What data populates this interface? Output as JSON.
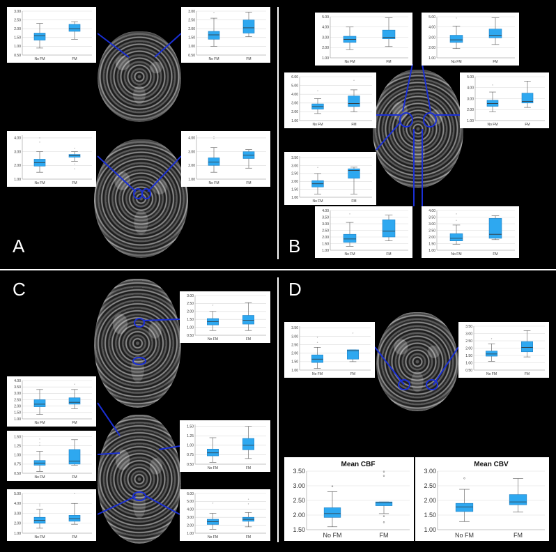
{
  "panels": {
    "A": {
      "label": "A"
    },
    "B": {
      "label": "B"
    },
    "C": {
      "label": "C"
    },
    "D": {
      "label": "D"
    }
  },
  "colors": {
    "box_fill": "#2ea8f0",
    "box_stroke": "#1b7fc4",
    "roi_line": "#1a2fd6",
    "grid": "#d9d9d9",
    "background": "#000000"
  },
  "chart_data": [
    {
      "id": "a1",
      "type": "box",
      "categories": [
        "No FM",
        "FM"
      ],
      "yticks": [
        "0.50",
        "1.00",
        "1.50",
        "2.00",
        "2.50",
        "3.00"
      ],
      "ylim": [
        0.5,
        3.0
      ],
      "boxes": [
        {
          "min": 0.9,
          "q1": 1.35,
          "median": 1.6,
          "q3": 1.75,
          "max": 2.3
        },
        {
          "min": 1.4,
          "q1": 1.85,
          "median": 2.0,
          "q3": 2.25,
          "max": 2.4
        }
      ]
    },
    {
      "id": "a2",
      "type": "box",
      "categories": [
        "No FM",
        "FM"
      ],
      "yticks": [
        "0.50",
        "1.00",
        "1.50",
        "2.00",
        "2.50",
        "3.00"
      ],
      "ylim": [
        0.5,
        3.0
      ],
      "boxes": [
        {
          "min": 1.0,
          "q1": 1.4,
          "median": 1.65,
          "q3": 1.85,
          "max": 2.6,
          "outliers": [
            2.9
          ]
        },
        {
          "min": 1.55,
          "q1": 1.75,
          "median": 2.05,
          "q3": 2.5,
          "max": 2.95
        }
      ]
    },
    {
      "id": "a3",
      "type": "box",
      "categories": [
        "No FM",
        "FM"
      ],
      "yticks": [
        "1.00",
        "2.00",
        "3.00",
        "4.00"
      ],
      "ylim": [
        1.0,
        4.2
      ],
      "boxes": [
        {
          "min": 1.5,
          "q1": 1.95,
          "median": 2.2,
          "q3": 2.45,
          "max": 3.0,
          "outliers": [
            3.65,
            3.95
          ]
        },
        {
          "min": 2.3,
          "q1": 2.6,
          "median": 2.7,
          "q3": 2.8,
          "max": 3.0,
          "outliers": [
            3.2,
            2.05,
            1.7
          ]
        }
      ]
    },
    {
      "id": "a4",
      "type": "box",
      "categories": [
        "No FM",
        "FM"
      ],
      "yticks": [
        "1.00",
        "2.00",
        "3.00",
        "4.00"
      ],
      "ylim": [
        1.0,
        4.2
      ],
      "boxes": [
        {
          "min": 1.5,
          "q1": 2.0,
          "median": 2.25,
          "q3": 2.55,
          "max": 3.3,
          "outliers": [
            3.9,
            4.05
          ]
        },
        {
          "min": 1.8,
          "q1": 2.5,
          "median": 2.75,
          "q3": 3.0,
          "max": 3.15
        }
      ]
    },
    {
      "id": "b1",
      "type": "box",
      "categories": [
        "No FM",
        "FM"
      ],
      "yticks": [
        "1.00",
        "2.00",
        "3.00",
        "4.00",
        "5.00"
      ],
      "ylim": [
        1.0,
        5.0
      ],
      "boxes": [
        {
          "min": 1.8,
          "q1": 2.5,
          "median": 2.8,
          "q3": 3.1,
          "max": 4.0
        },
        {
          "min": 2.1,
          "q1": 2.85,
          "median": 3.0,
          "q3": 3.7,
          "max": 4.9
        }
      ]
    },
    {
      "id": "b2",
      "type": "box",
      "categories": [
        "No FM",
        "FM"
      ],
      "yticks": [
        "1.00",
        "2.00",
        "3.00",
        "4.00",
        "5.00"
      ],
      "ylim": [
        1.0,
        5.0
      ],
      "boxes": [
        {
          "min": 1.9,
          "q1": 2.5,
          "median": 2.75,
          "q3": 3.2,
          "max": 4.1,
          "outliers": [
            4.8
          ]
        },
        {
          "min": 2.3,
          "q1": 2.95,
          "median": 3.2,
          "q3": 3.8,
          "max": 4.9
        }
      ]
    },
    {
      "id": "b3",
      "type": "box",
      "categories": [
        "No FM",
        "FM"
      ],
      "yticks": [
        "1.00",
        "2.00",
        "3.00",
        "4.00",
        "5.00",
        "6.00"
      ],
      "ylim": [
        1.0,
        6.0
      ],
      "boxes": [
        {
          "min": 1.8,
          "q1": 2.3,
          "median": 2.6,
          "q3": 2.9,
          "max": 3.5,
          "outliers": [
            4.3
          ]
        },
        {
          "min": 2.0,
          "q1": 2.6,
          "median": 2.95,
          "q3": 3.8,
          "max": 4.5,
          "outliers": [
            5.5
          ]
        }
      ]
    },
    {
      "id": "b4",
      "type": "box",
      "categories": [
        "No FM",
        "FM"
      ],
      "yticks": [
        "1.00",
        "2.00",
        "3.00",
        "4.00",
        "5.00"
      ],
      "ylim": [
        1.0,
        5.0
      ],
      "boxes": [
        {
          "min": 1.8,
          "q1": 2.3,
          "median": 2.55,
          "q3": 2.85,
          "max": 3.6,
          "outliers": [
            4.2
          ]
        },
        {
          "min": 2.2,
          "q1": 2.6,
          "median": 2.75,
          "q3": 3.5,
          "max": 4.6
        }
      ]
    },
    {
      "id": "b5",
      "type": "box",
      "categories": [
        "No FM",
        "FM"
      ],
      "yticks": [
        "1.00",
        "1.50",
        "2.00",
        "2.50",
        "3.00",
        "3.50"
      ],
      "ylim": [
        1.0,
        3.6
      ],
      "boxes": [
        {
          "min": 1.2,
          "q1": 1.65,
          "median": 1.85,
          "q3": 2.05,
          "max": 2.5,
          "outliers": [
            2.85
          ]
        },
        {
          "min": 1.2,
          "q1": 2.2,
          "median": 2.7,
          "q3": 2.8,
          "max": 2.9
        }
      ]
    },
    {
      "id": "b6",
      "type": "box",
      "categories": [
        "No FM",
        "FM"
      ],
      "yticks": [
        "1.00",
        "1.50",
        "2.00",
        "2.50",
        "3.00",
        "3.50",
        "4.00"
      ],
      "ylim": [
        1.0,
        4.0
      ],
      "boxes": [
        {
          "min": 1.3,
          "q1": 1.6,
          "median": 1.85,
          "q3": 2.2,
          "max": 3.1,
          "outliers": [
            3.7
          ]
        },
        {
          "min": 1.7,
          "q1": 2.0,
          "median": 2.45,
          "q3": 3.3,
          "max": 3.65
        }
      ]
    },
    {
      "id": "b7",
      "type": "box",
      "categories": [
        "No FM",
        "FM"
      ],
      "yticks": [
        "1.00",
        "1.50",
        "2.00",
        "2.50",
        "3.00",
        "3.50",
        "4.00"
      ],
      "ylim": [
        1.0,
        4.0
      ],
      "boxes": [
        {
          "min": 1.45,
          "q1": 1.7,
          "median": 1.9,
          "q3": 2.25,
          "max": 2.9,
          "outliers": [
            3.2,
            3.7
          ]
        },
        {
          "min": 1.8,
          "q1": 1.9,
          "median": 2.2,
          "q3": 3.4,
          "max": 3.6
        }
      ]
    },
    {
      "id": "c1",
      "type": "box",
      "categories": [
        "No FM",
        "FM"
      ],
      "yticks": [
        "0.50",
        "1.00",
        "1.50",
        "2.00",
        "2.50",
        "3.00"
      ],
      "ylim": [
        0.5,
        3.0
      ],
      "boxes": [
        {
          "min": 0.8,
          "q1": 1.15,
          "median": 1.35,
          "q3": 1.55,
          "max": 2.0,
          "outliers": [
            2.35
          ]
        },
        {
          "min": 0.8,
          "q1": 1.2,
          "median": 1.45,
          "q3": 1.75,
          "max": 2.55
        }
      ]
    },
    {
      "id": "c2",
      "type": "box",
      "categories": [
        "No FM",
        "FM"
      ],
      "yticks": [
        "1.00",
        "1.50",
        "2.00",
        "2.50",
        "3.00",
        "3.50",
        "4.00"
      ],
      "ylim": [
        1.0,
        4.0
      ],
      "boxes": [
        {
          "min": 1.35,
          "q1": 1.95,
          "median": 2.15,
          "q3": 2.5,
          "max": 3.3
        },
        {
          "min": 1.8,
          "q1": 2.15,
          "median": 2.3,
          "q3": 2.65,
          "max": 3.3,
          "outliers": [
            3.65
          ]
        }
      ]
    },
    {
      "id": "c3",
      "type": "box",
      "categories": [
        "No FM",
        "FM"
      ],
      "yticks": [
        "0.50",
        "0.75",
        "1.00",
        "1.25",
        "1.50"
      ],
      "ylim": [
        0.5,
        1.55
      ],
      "boxes": [
        {
          "min": 0.55,
          "q1": 0.72,
          "median": 0.78,
          "q3": 0.85,
          "max": 1.1,
          "outliers": [
            1.25,
            1.32,
            1.42
          ]
        },
        {
          "min": 0.72,
          "q1": 0.75,
          "median": 0.83,
          "q3": 1.15,
          "max": 1.42
        }
      ]
    },
    {
      "id": "c4",
      "type": "box",
      "categories": [
        "No FM",
        "FM"
      ],
      "yticks": [
        "0.50",
        "0.75",
        "1.00",
        "1.25",
        "1.50"
      ],
      "ylim": [
        0.5,
        1.55
      ],
      "boxes": [
        {
          "min": 0.55,
          "q1": 0.72,
          "median": 0.8,
          "q3": 0.9,
          "max": 1.2
        },
        {
          "min": 0.65,
          "q1": 0.88,
          "median": 1.0,
          "q3": 1.18,
          "max": 1.5
        }
      ]
    },
    {
      "id": "c5",
      "type": "box",
      "categories": [
        "No FM",
        "FM"
      ],
      "yticks": [
        "1.00",
        "2.00",
        "3.00",
        "4.00",
        "5.00"
      ],
      "ylim": [
        1.0,
        5.0
      ],
      "boxes": [
        {
          "min": 1.5,
          "q1": 2.0,
          "median": 2.3,
          "q3": 2.6,
          "max": 3.4,
          "outliers": [
            3.7,
            3.85
          ]
        },
        {
          "min": 1.9,
          "q1": 2.2,
          "median": 2.45,
          "q3": 2.8,
          "max": 4.0,
          "outliers": [
            4.9
          ]
        }
      ]
    },
    {
      "id": "c6",
      "type": "box",
      "categories": [
        "No FM",
        "FM"
      ],
      "yticks": [
        "1.00",
        "2.00",
        "3.00",
        "4.00",
        "5.00",
        "6.00"
      ],
      "ylim": [
        1.0,
        6.0
      ],
      "boxes": [
        {
          "min": 1.5,
          "q1": 2.1,
          "median": 2.45,
          "q3": 2.75,
          "max": 3.5,
          "outliers": [
            4.7
          ]
        },
        {
          "min": 1.8,
          "q1": 2.5,
          "median": 2.75,
          "q3": 3.0,
          "max": 3.6,
          "outliers": [
            4.6,
            5.2
          ]
        }
      ]
    },
    {
      "id": "d1",
      "type": "box",
      "categories": [
        "No FM",
        "FM"
      ],
      "yticks": [
        "1.00",
        "1.50",
        "2.00",
        "2.50",
        "3.00",
        "3.50"
      ],
      "ylim": [
        1.0,
        3.6
      ],
      "boxes": [
        {
          "min": 1.1,
          "q1": 1.45,
          "median": 1.65,
          "q3": 1.9,
          "max": 2.35,
          "outliers": [
            2.6,
            2.9
          ]
        },
        {
          "min": 1.5,
          "q1": 1.65,
          "median": 2.15,
          "q3": 2.2,
          "max": 2.2,
          "outliers": [
            3.15
          ]
        }
      ]
    },
    {
      "id": "d2",
      "type": "box",
      "categories": [
        "No FM",
        "FM"
      ],
      "yticks": [
        "0.50",
        "1.00",
        "1.50",
        "2.00",
        "2.50",
        "3.00",
        "3.50"
      ],
      "ylim": [
        0.5,
        3.5
      ],
      "boxes": [
        {
          "min": 1.1,
          "q1": 1.45,
          "median": 1.6,
          "q3": 1.8,
          "max": 2.3,
          "outliers": [
            2.6
          ]
        },
        {
          "min": 1.4,
          "q1": 1.75,
          "median": 2.05,
          "q3": 2.45,
          "max": 3.2
        }
      ]
    },
    {
      "id": "d3",
      "type": "box",
      "title": "Mean CBF",
      "categories": [
        "No FM",
        "FM"
      ],
      "yticks": [
        "1.50",
        "2.00",
        "2.50",
        "3.00",
        "3.50"
      ],
      "ylim": [
        1.5,
        3.5
      ],
      "boxes": [
        {
          "min": 1.6,
          "q1": 1.92,
          "median": 2.05,
          "q3": 2.25,
          "max": 2.8,
          "outliers": [
            2.95
          ]
        },
        {
          "min": 2.05,
          "q1": 2.32,
          "median": 2.42,
          "q3": 2.45,
          "max": 2.45,
          "outliers": [
            3.45,
            3.3,
            1.92,
            1.72
          ]
        }
      ]
    },
    {
      "id": "d4",
      "type": "box",
      "title": "Mean CBV",
      "categories": [
        "No FM",
        "FM"
      ],
      "yticks": [
        "1.00",
        "1.50",
        "2.00",
        "2.50",
        "3.00"
      ],
      "ylim": [
        1.0,
        3.0
      ],
      "boxes": [
        {
          "min": 1.28,
          "q1": 1.62,
          "median": 1.78,
          "q3": 1.9,
          "max": 2.38,
          "outliers": [
            2.72
          ]
        },
        {
          "min": 1.6,
          "q1": 1.85,
          "median": 1.95,
          "q3": 2.2,
          "max": 2.75
        }
      ]
    }
  ]
}
